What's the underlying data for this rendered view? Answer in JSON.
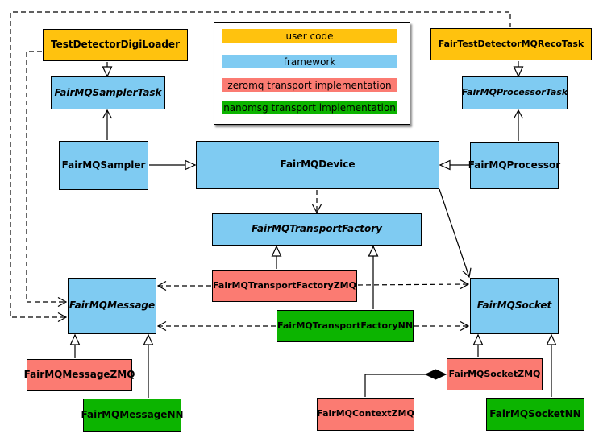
{
  "colors": {
    "user_code": "#FFC20E",
    "framework": "#7FCBF2",
    "zeromq": "#FB7B72",
    "nanomsg": "#0CB400",
    "line": "#000000",
    "background": "#FFFFFF"
  },
  "legend": {
    "items": [
      {
        "label": "user code",
        "color": "#FFC20E"
      },
      {
        "label": "framework",
        "color": "#7FCBF2"
      },
      {
        "label": "zeromq transport implementation",
        "color": "#FB7B72"
      },
      {
        "label": "nanomsg transport implementation",
        "color": "#0CB400"
      }
    ]
  },
  "classes": {
    "testDetectorDigiLoader": {
      "label": "TestDetectorDigiLoader",
      "category": "user code",
      "abstract": false
    },
    "fairTestDetectorMQRecoTask": {
      "label": "FairTestDetectorMQRecoTask",
      "category": "user code",
      "abstract": false
    },
    "fairMQSamplerTask": {
      "label": "FairMQSamplerTask",
      "category": "framework",
      "abstract": true
    },
    "fairMQProcessorTask": {
      "label": "FairMQProcessorTask",
      "category": "framework",
      "abstract": true
    },
    "fairMQSampler": {
      "label": "FairMQSampler",
      "category": "framework",
      "abstract": false
    },
    "fairMQDevice": {
      "label": "FairMQDevice",
      "category": "framework",
      "abstract": false
    },
    "fairMQProcessor": {
      "label": "FairMQProcessor",
      "category": "framework",
      "abstract": false
    },
    "fairMQTransportFactory": {
      "label": "FairMQTransportFactory",
      "category": "framework",
      "abstract": true
    },
    "fairMQTransportFactoryZMQ": {
      "label": "FairMQTransportFactoryZMQ",
      "category": "zeromq",
      "abstract": false
    },
    "fairMQTransportFactoryNN": {
      "label": "FairMQTransportFactoryNN",
      "category": "nanomsg",
      "abstract": false
    },
    "fairMQMessage": {
      "label": "FairMQMessage",
      "category": "framework",
      "abstract": true
    },
    "fairMQSocket": {
      "label": "FairMQSocket",
      "category": "framework",
      "abstract": true
    },
    "fairMQMessageZMQ": {
      "label": "FairMQMessageZMQ",
      "category": "zeromq",
      "abstract": false
    },
    "fairMQMessageNN": {
      "label": "FairMQMessageNN",
      "category": "nanomsg",
      "abstract": false
    },
    "fairMQContextZMQ": {
      "label": "FairMQContextZMQ",
      "category": "zeromq",
      "abstract": false
    },
    "fairMQSocketZMQ": {
      "label": "FairMQSocketZMQ",
      "category": "zeromq",
      "abstract": false
    },
    "fairMQSocketNN": {
      "label": "FairMQSocketNN",
      "category": "nanomsg",
      "abstract": false
    }
  },
  "relationships": [
    {
      "from": "TestDetectorDigiLoader",
      "to": "FairMQSamplerTask",
      "type": "inheritance"
    },
    {
      "from": "FairTestDetectorMQRecoTask",
      "to": "FairMQProcessorTask",
      "type": "inheritance"
    },
    {
      "from": "FairMQSampler",
      "to": "FairMQDevice",
      "type": "inheritance"
    },
    {
      "from": "FairMQProcessor",
      "to": "FairMQDevice",
      "type": "inheritance"
    },
    {
      "from": "FairMQSampler",
      "to": "FairMQSamplerTask",
      "type": "association"
    },
    {
      "from": "FairMQProcessor",
      "to": "FairMQProcessorTask",
      "type": "association"
    },
    {
      "from": "FairMQDevice",
      "to": "FairMQTransportFactory",
      "type": "dependency"
    },
    {
      "from": "FairMQDevice",
      "to": "FairMQSocket",
      "type": "association"
    },
    {
      "from": "FairMQTransportFactoryZMQ",
      "to": "FairMQTransportFactory",
      "type": "inheritance"
    },
    {
      "from": "FairMQTransportFactoryNN",
      "to": "FairMQTransportFactory",
      "type": "inheritance"
    },
    {
      "from": "FairMQTransportFactoryZMQ",
      "to": "FairMQMessage",
      "type": "dependency"
    },
    {
      "from": "FairMQTransportFactoryZMQ",
      "to": "FairMQSocket",
      "type": "dependency"
    },
    {
      "from": "FairMQTransportFactoryNN",
      "to": "FairMQMessage",
      "type": "dependency"
    },
    {
      "from": "FairMQTransportFactoryNN",
      "to": "FairMQSocket",
      "type": "dependency"
    },
    {
      "from": "TestDetectorDigiLoader",
      "to": "FairMQMessage",
      "type": "dependency"
    },
    {
      "from": "FairTestDetectorMQRecoTask",
      "to": "FairMQMessage",
      "type": "dependency"
    },
    {
      "from": "FairMQMessageZMQ",
      "to": "FairMQMessage",
      "type": "inheritance"
    },
    {
      "from": "FairMQMessageNN",
      "to": "FairMQMessage",
      "type": "inheritance"
    },
    {
      "from": "FairMQSocketZMQ",
      "to": "FairMQSocket",
      "type": "inheritance"
    },
    {
      "from": "FairMQSocketNN",
      "to": "FairMQSocket",
      "type": "inheritance"
    },
    {
      "from": "FairMQSocketZMQ",
      "to": "FairMQContextZMQ",
      "type": "composition"
    }
  ]
}
